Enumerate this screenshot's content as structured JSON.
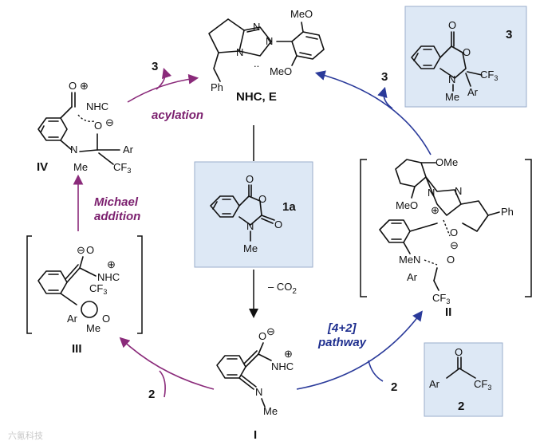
{
  "colors": {
    "purple": "#8a2a7a",
    "blue": "#2a3a9a",
    "box_fill": "#dde8f5",
    "arrow": "#111111"
  },
  "center": {
    "label": "1a",
    "co2": "– CO",
    "co2_sub": "2"
  },
  "nhc": {
    "title": "NHC, E",
    "ome1": "MeO",
    "ome2": "MeO",
    "ph": "Ph"
  },
  "intermediates": {
    "I": {
      "label": "I",
      "nhc": "NHC",
      "me": "Me",
      "o": "O",
      "n": "N"
    },
    "II": {
      "label": "II",
      "ome1": "OMe",
      "ome2": "MeO",
      "men": "MeN",
      "ar": "Ar",
      "cf3": "CF",
      "cf3_sub": "3",
      "ph": "Ph"
    },
    "III": {
      "label": "III",
      "nhc": "NHC",
      "cf3": "CF",
      "cf3_sub": "3",
      "ar": "Ar",
      "me": "Me",
      "o": "O"
    },
    "IV": {
      "label": "IV",
      "nhc": "NHC",
      "me": "Me",
      "ar": "Ar",
      "cf3": "CF",
      "cf3_sub": "3",
      "n": "N",
      "o": "O"
    }
  },
  "product": {
    "label": "3",
    "me": "Me",
    "ar": "Ar",
    "cf3": "CF",
    "cf3_sub": "3",
    "n": "N",
    "o": "O"
  },
  "reagent2": {
    "label": "2",
    "ar": "Ar",
    "cf3": "CF",
    "cf3_sub": "3"
  },
  "steps": {
    "acylation": "acylation",
    "michael1": "Michael",
    "michael2": "addition",
    "pathway1": "[4+2]",
    "pathway2": "pathway"
  },
  "numbers": {
    "three_left": "3",
    "three_right": "3",
    "two_left": "2",
    "two_right": "2"
  },
  "watermark": "六氪科技"
}
